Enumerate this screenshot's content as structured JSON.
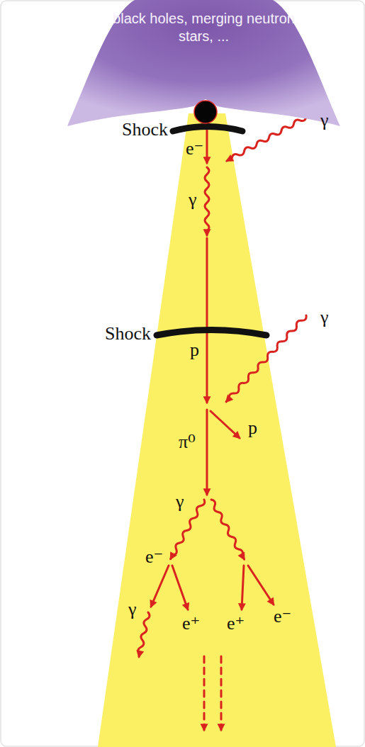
{
  "diagram": {
    "nodes": [
      {
        "text": [
          "black holes, merging neutron stars, ..."
        ]
      }
    ],
    "labels": [
      "Shock",
      "γ",
      "e⁻",
      "γ",
      "Shock",
      "γ",
      "p",
      "π⁰",
      "p",
      "γ",
      "e⁻",
      "γ",
      "e⁺",
      "e⁺",
      "e⁻"
    ]
  }
}
